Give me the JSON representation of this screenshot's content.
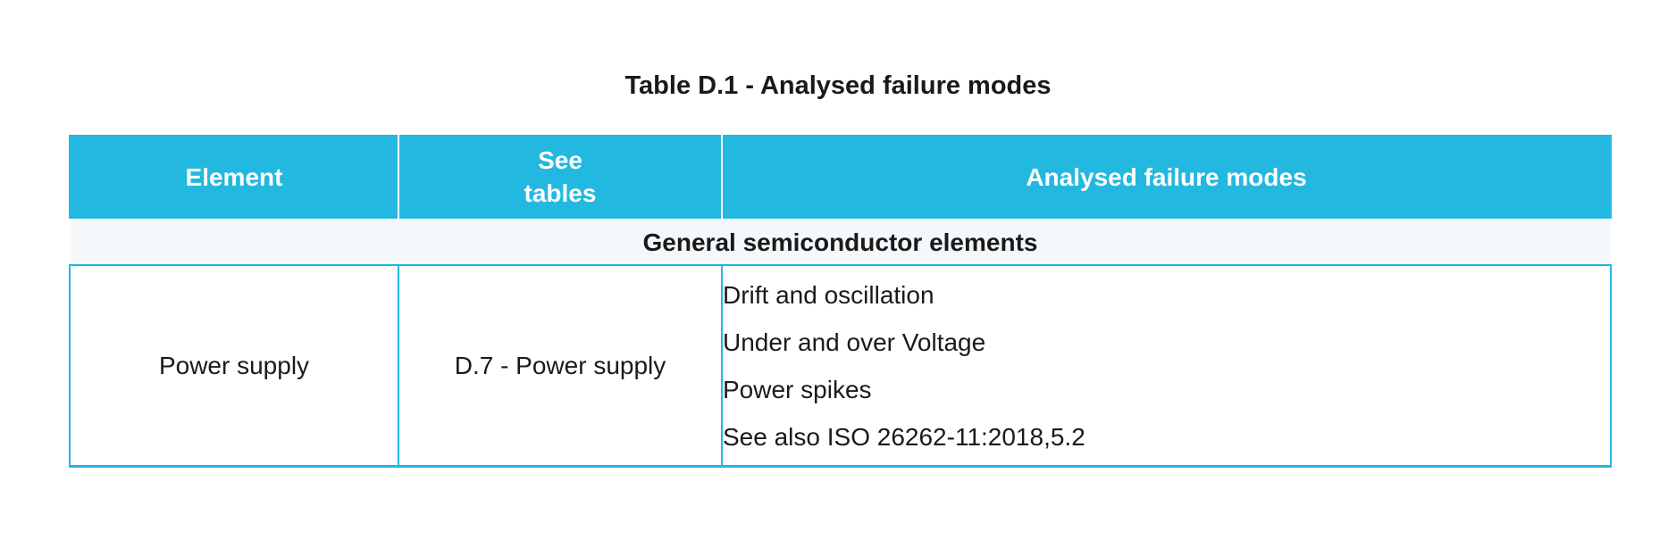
{
  "title": "Table D.1 - Analysed failure modes",
  "colors": {
    "header_bg": "#22b8e0",
    "header_text": "#ffffff",
    "section_bg": "#f4f8fb",
    "border": "#22b8e0",
    "body_text": "#1a1a1a"
  },
  "table": {
    "columns": [
      {
        "label": "Element"
      },
      {
        "label_line1": "See",
        "label_line2": "tables"
      },
      {
        "label": "Analysed failure modes"
      }
    ],
    "section_header": "General semiconductor elements",
    "rows": [
      {
        "element": "Power supply",
        "see_tables": "D.7 - Power supply",
        "failure_modes": [
          "Drift and oscillation",
          "Under and over Voltage",
          "Power spikes",
          "See also ISO 26262-11:2018,5.2"
        ]
      }
    ]
  }
}
